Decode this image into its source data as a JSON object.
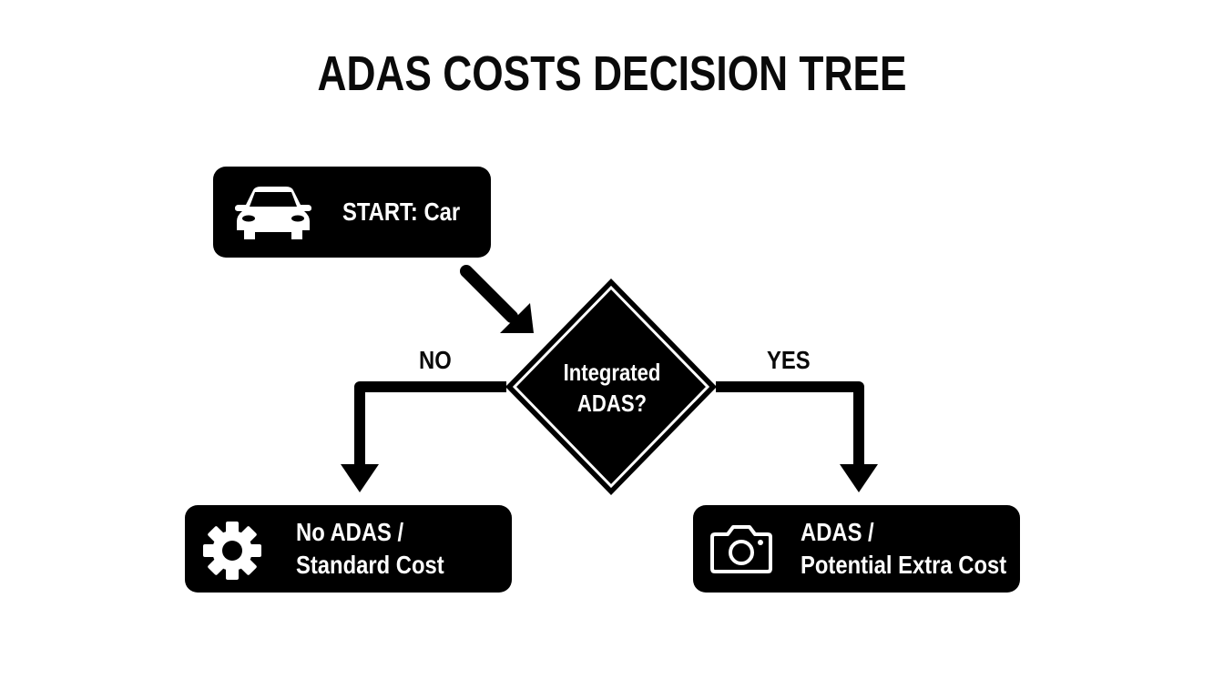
{
  "title": "ADAS COSTS DECISION TREE",
  "nodes": {
    "start": {
      "label": "START: Car",
      "icon": "car-icon"
    },
    "decision": {
      "line1": "Integrated",
      "line2": "ADAS?"
    },
    "no_outcome": {
      "line1": "No ADAS /",
      "line2": "Standard Cost",
      "icon": "gear-icon"
    },
    "yes_outcome": {
      "line1": "ADAS /",
      "line2": "Potential Extra Cost",
      "icon": "camera-icon"
    }
  },
  "branches": {
    "no": "NO",
    "yes": "YES"
  },
  "colors": {
    "node_fill": "#000000",
    "node_text": "#ffffff",
    "background": "#ffffff",
    "connector": "#000000"
  }
}
